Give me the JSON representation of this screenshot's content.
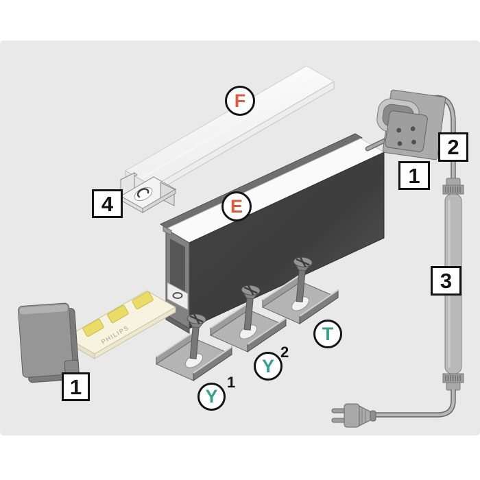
{
  "diagram": {
    "parts": {
      "cover_label": "F",
      "profile_label": "E",
      "clip_label": "4",
      "endcap_label": "1",
      "cable_endcap_label": "1",
      "cable_label": "2",
      "driver_label": "3",
      "bracket1_label": "Y",
      "bracket1_sup": "1",
      "bracket2_label": "Y",
      "bracket2_sup": "2",
      "bracket3_label": "T"
    },
    "led_strip": {
      "brand": "PHILIPS"
    },
    "colors": {
      "accent_orange": "#E0593C",
      "accent_teal": "#35A28C",
      "badge_border": "#141414",
      "badge_bg": "#ffffff",
      "panel_bg": "#e9e9e9",
      "page_bg": "#ffffff",
      "profile_dark": "#454545",
      "metal_gray": "#acacac",
      "led_yellow": "#eadd67"
    }
  }
}
